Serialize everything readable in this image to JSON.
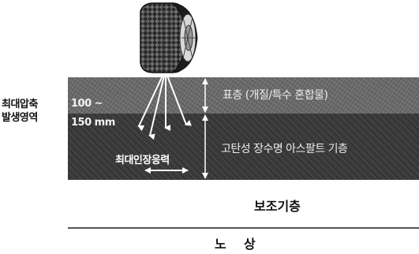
{
  "labels": {
    "max_compression_zone_line1": "최대압축",
    "max_compression_zone_line2": "발생영역",
    "depth_line1": "100 ~",
    "depth_line2": "150 mm",
    "surface_layer": "표층 (개질/특수 혼합물)",
    "base_layer": "고탄성 장수명 아스팔트 기층",
    "max_tensile_stress": "최대인장응력",
    "subbase_layer": "보조기층",
    "subgrade": "노    상"
  },
  "colors": {
    "surface_layer": "#6a6a6a",
    "base_layer": "#3c3c3c",
    "subbase_layer": "#ffffff",
    "arrow_white": "#ffffff",
    "tire_dark": "#1e1e1e",
    "rim_light": "#d8d8d8"
  },
  "icons": {
    "tire": "tire-icon",
    "load_arrows": "down-arrow-icon",
    "tensile_arrow": "double-arrow-icon"
  }
}
